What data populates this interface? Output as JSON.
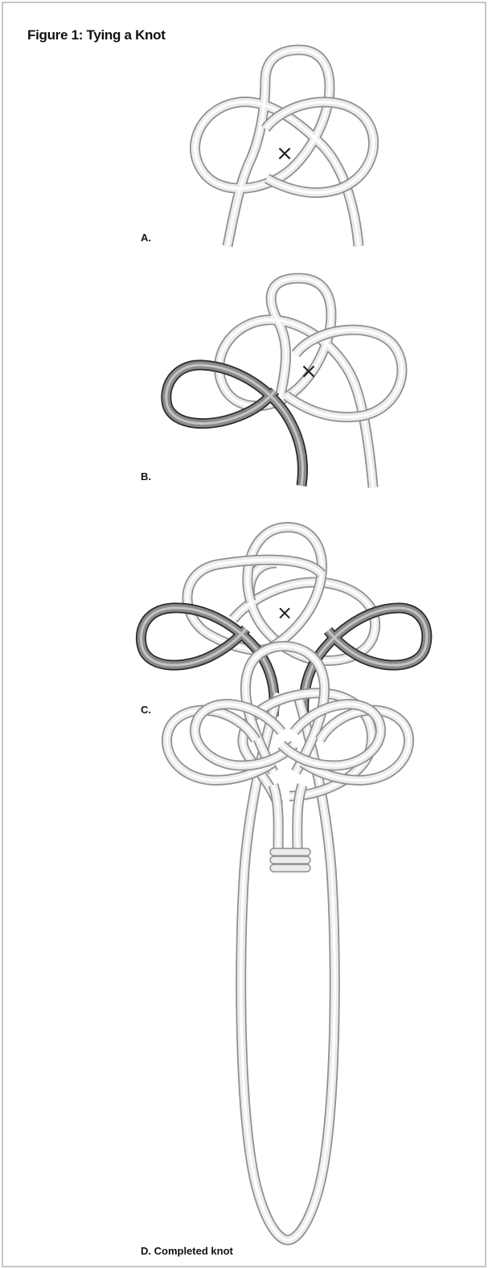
{
  "figure": {
    "title": "Figure 1: Tying a Knot",
    "steps": [
      {
        "label": "A."
      },
      {
        "label": "B."
      },
      {
        "label": "C."
      },
      {
        "label": "D. Completed knot"
      }
    ],
    "center_marker": "×"
  },
  "colors": {
    "cord_light_edge": "#8f8f8f",
    "cord_light_fill": "#ececec",
    "cord_light_highlight": "#ffffff",
    "cord_dark_edge": "#2b2b2b",
    "cord_dark_fill": "#8a8a8a",
    "cord_dark_highlight": "#c4c4c4",
    "frame_border": "#c9c9c9"
  }
}
